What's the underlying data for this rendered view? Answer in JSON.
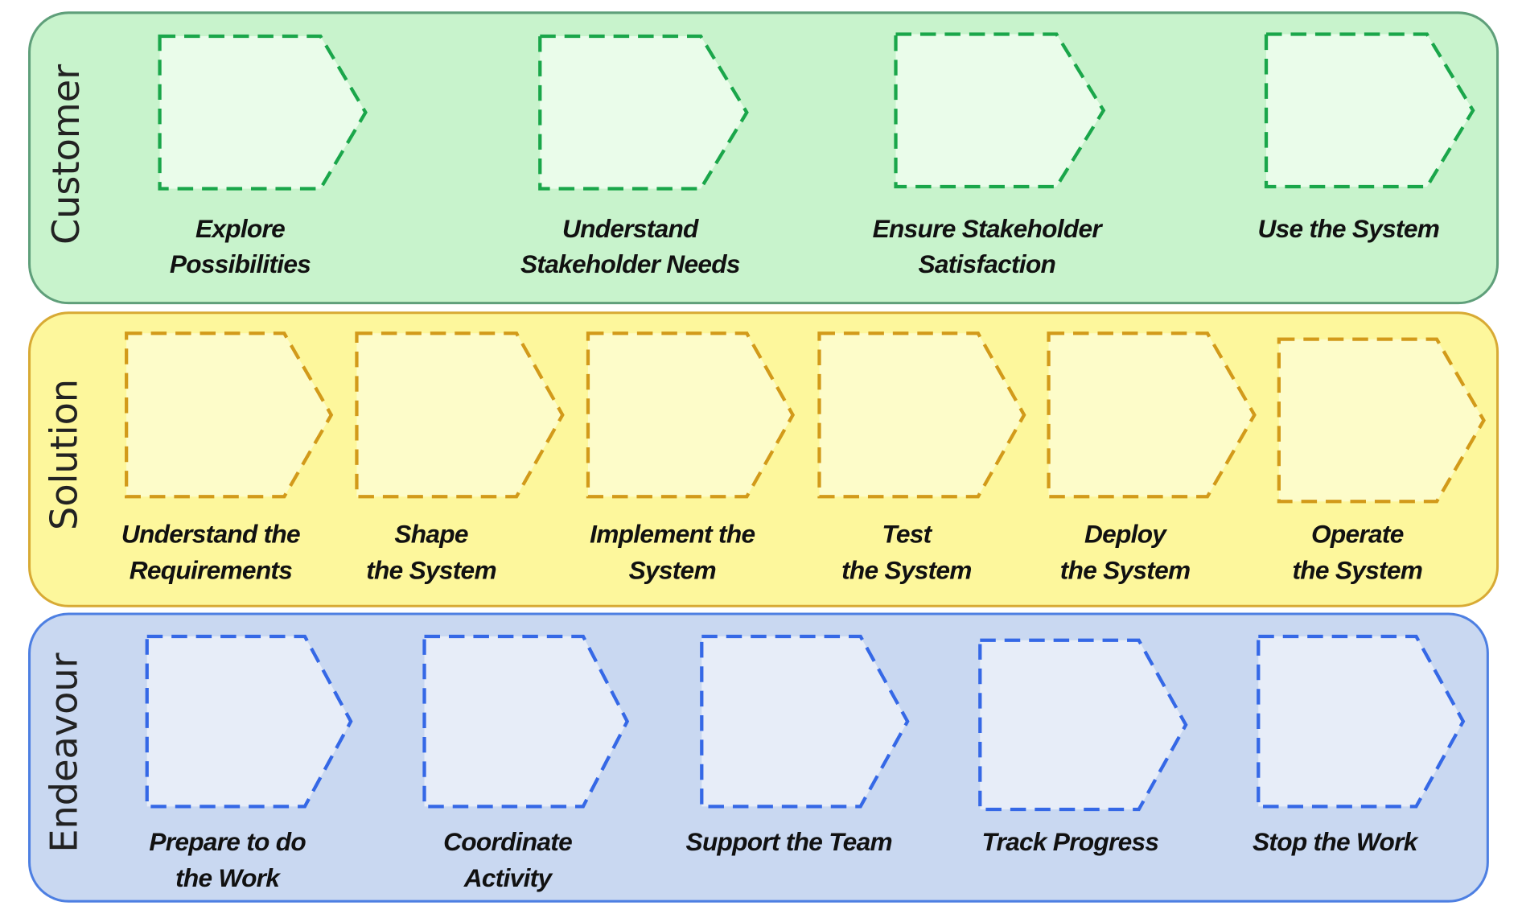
{
  "lanes": [
    {
      "title": "Customer",
      "colors": {
        "panel": "#c8f3cc",
        "border": "#5f9f7a",
        "fill": "#eafcea",
        "dash": "#1aa64a"
      },
      "steps": [
        {
          "lines": [
            "Explore",
            "Possibilities"
          ]
        },
        {
          "lines": [
            "Understand",
            "Stakeholder Needs"
          ]
        },
        {
          "lines": [
            "Ensure Stakeholder",
            "Satisfaction"
          ]
        },
        {
          "lines": [
            "Use the System"
          ]
        }
      ]
    },
    {
      "title": "Solution",
      "colors": {
        "panel": "#fdf79c",
        "border": "#d8aa34",
        "fill": "#fdfcc9",
        "dash": "#d29a1a"
      },
      "steps": [
        {
          "lines": [
            "Understand the",
            "Requirements"
          ]
        },
        {
          "lines": [
            "Shape",
            "the System"
          ]
        },
        {
          "lines": [
            "Implement the",
            "System"
          ]
        },
        {
          "lines": [
            "Test",
            "the System"
          ]
        },
        {
          "lines": [
            "Deploy",
            "the System"
          ]
        },
        {
          "lines": [
            "Operate",
            "the System"
          ]
        }
      ]
    },
    {
      "title": "Endeavour",
      "colors": {
        "panel": "#c9d8f1",
        "border": "#4d7fe2",
        "fill": "#e7edf8",
        "dash": "#3568e6"
      },
      "steps": [
        {
          "lines": [
            "Prepare to do",
            "the Work"
          ]
        },
        {
          "lines": [
            "Coordinate",
            "Activity"
          ]
        },
        {
          "lines": [
            "Support the Team"
          ]
        },
        {
          "lines": [
            "Track Progress"
          ]
        },
        {
          "lines": [
            "Stop the Work"
          ]
        }
      ]
    }
  ]
}
